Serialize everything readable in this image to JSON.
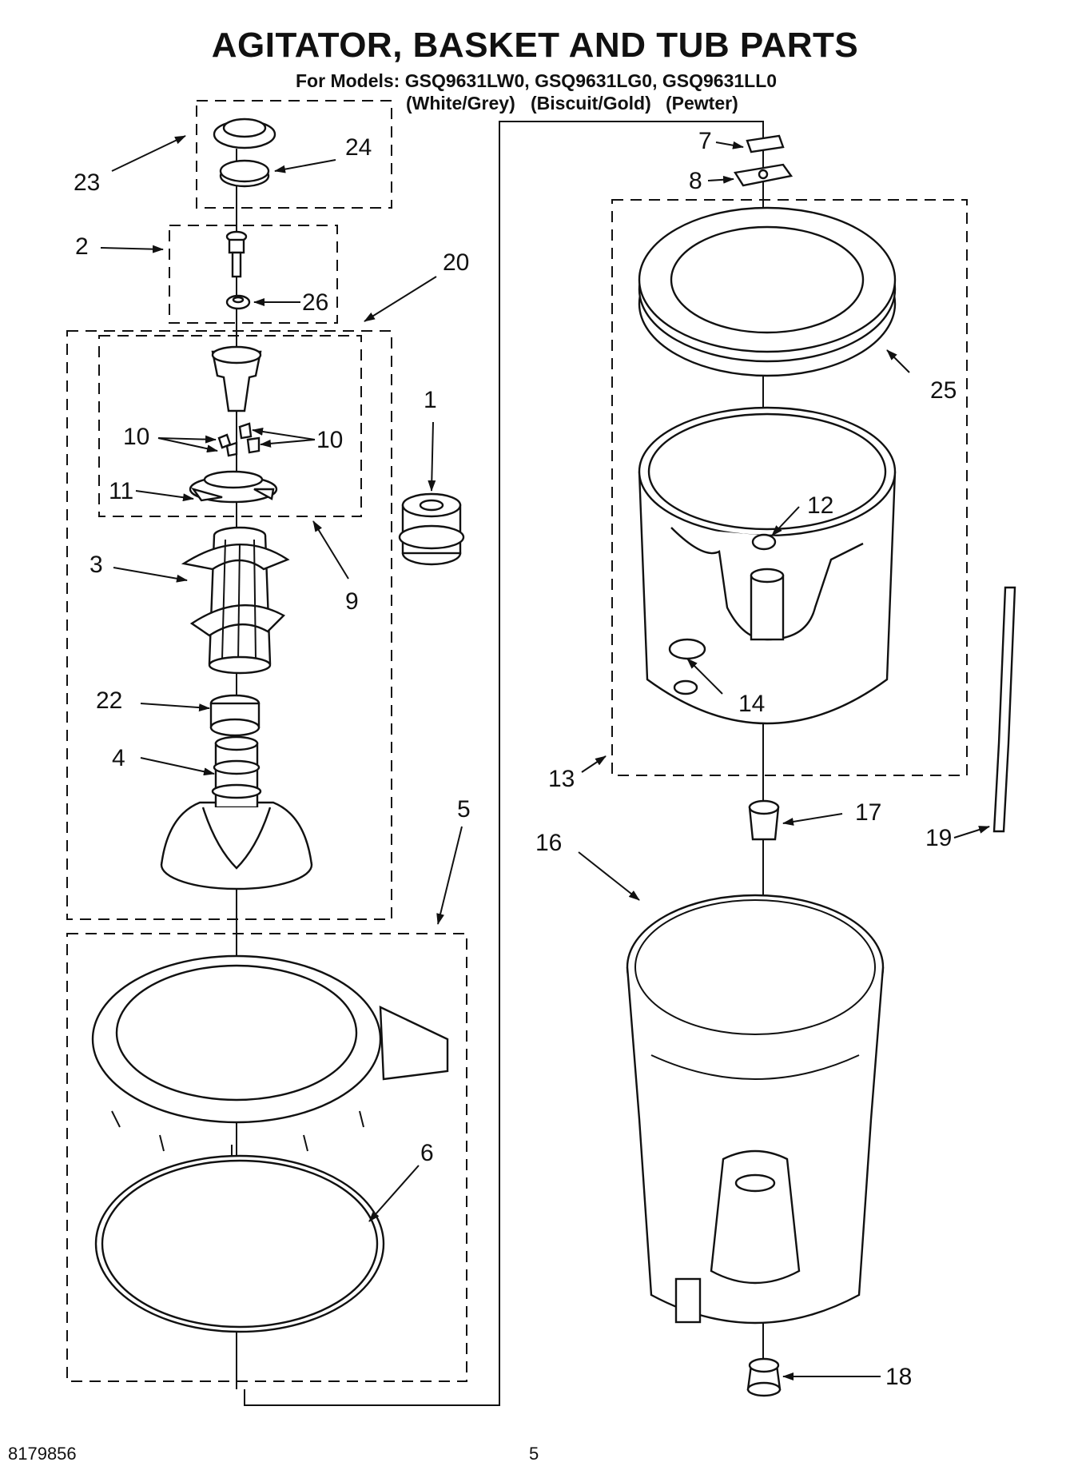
{
  "title": "AGITATOR, BASKET AND TUB PARTS",
  "models_line": "For Models: GSQ9631LW0, GSQ9631LG0, GSQ9631LL0",
  "variants": [
    "(White/Grey)",
    "(Biscuit/Gold)",
    "(Pewter)"
  ],
  "callouts": {
    "c1": "1",
    "c2": "2",
    "c3": "3",
    "c4": "4",
    "c5": "5",
    "c6": "6",
    "c7": "7",
    "c8": "8",
    "c9": "9",
    "c10a": "10",
    "c10b": "10",
    "c11": "11",
    "c12": "12",
    "c13": "13",
    "c14": "14",
    "c16": "16",
    "c17": "17",
    "c18": "18",
    "c19": "19",
    "c20": "20",
    "c22": "22",
    "c23": "23",
    "c24": "24",
    "c25": "25",
    "c26": "26"
  },
  "footer": {
    "doc_number": "8179856",
    "page": "5"
  }
}
